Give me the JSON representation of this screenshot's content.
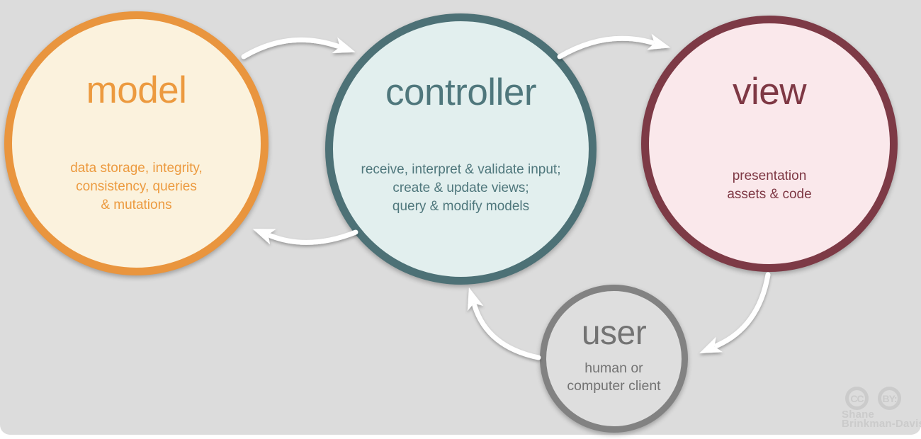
{
  "background_color": "#dcdcdc",
  "arrow_color": "#ffffff",
  "nodes": {
    "model": {
      "title": "model",
      "desc_lines": [
        "data storage, integrity,",
        "consistency, queries",
        "& mutations"
      ],
      "border_color": "#e9953e",
      "fill_color": "#fbf2dd",
      "text_color": "#ec9a3f"
    },
    "controller": {
      "title": "controller",
      "desc_lines": [
        "receive, interpret & validate input;",
        "create & update views;",
        "query & modify models"
      ],
      "border_color": "#4d7176",
      "fill_color": "#e2efee",
      "text_color": "#4f777c"
    },
    "view": {
      "title": "view",
      "desc_lines": [
        "presentation",
        "assets & code"
      ],
      "border_color": "#7d3a46",
      "fill_color": "#fae8eb",
      "text_color": "#7e3844"
    },
    "user": {
      "title": "user",
      "desc_lines": [
        "human or",
        "computer client"
      ],
      "border_color": "#828282",
      "fill_color": "#dedede",
      "text_color": "#737373"
    }
  },
  "connections": [
    {
      "from": "model",
      "to": "controller"
    },
    {
      "from": "controller",
      "to": "view"
    },
    {
      "from": "controller",
      "to": "model"
    },
    {
      "from": "view",
      "to": "user"
    },
    {
      "from": "user",
      "to": "controller"
    }
  ],
  "attribution": {
    "cc_label": "CC",
    "by_label": "BY:",
    "author_line1": "Shane",
    "author_line2": "Brinkman-Davis",
    "color": "#cbcbcb"
  }
}
